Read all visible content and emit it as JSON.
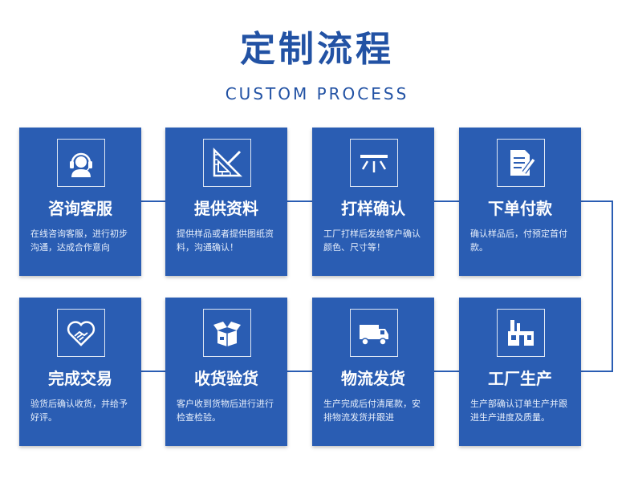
{
  "header": {
    "title": "定制流程",
    "subtitle": "CUSTOM PROCESS"
  },
  "colors": {
    "brand": "#2a5db3",
    "title": "#2252a4",
    "connector": "#2a5db3"
  },
  "steps": [
    {
      "title": "咨询客服",
      "desc": "在线咨询客服，进行初步沟通，达成合作意向",
      "icon": "customer-service-icon"
    },
    {
      "title": "提供资料",
      "desc": "提供样品或者提供图纸资料，沟通确认！",
      "icon": "ruler-triangle-icon"
    },
    {
      "title": "打样确认",
      "desc": "工厂打样后发给客户确认颜色、尺寸等！",
      "icon": "lamp-icon"
    },
    {
      "title": "下单付款",
      "desc": "确认样品后，付预定首付款。",
      "icon": "document-pen-icon"
    },
    {
      "title": "完成交易",
      "desc": "验货后确认收货，并给予好评。",
      "icon": "handshake-icon"
    },
    {
      "title": "收货验货",
      "desc": "客户收到货物后进行进行检查检验。",
      "icon": "open-box-icon"
    },
    {
      "title": "物流发货",
      "desc": "生产完成后付清尾款，安排物流发货并跟进",
      "icon": "delivery-truck-icon"
    },
    {
      "title": "工厂生产",
      "desc": "生产部确认订单生产并跟进生产进度及质量。",
      "icon": "factory-icon"
    }
  ]
}
